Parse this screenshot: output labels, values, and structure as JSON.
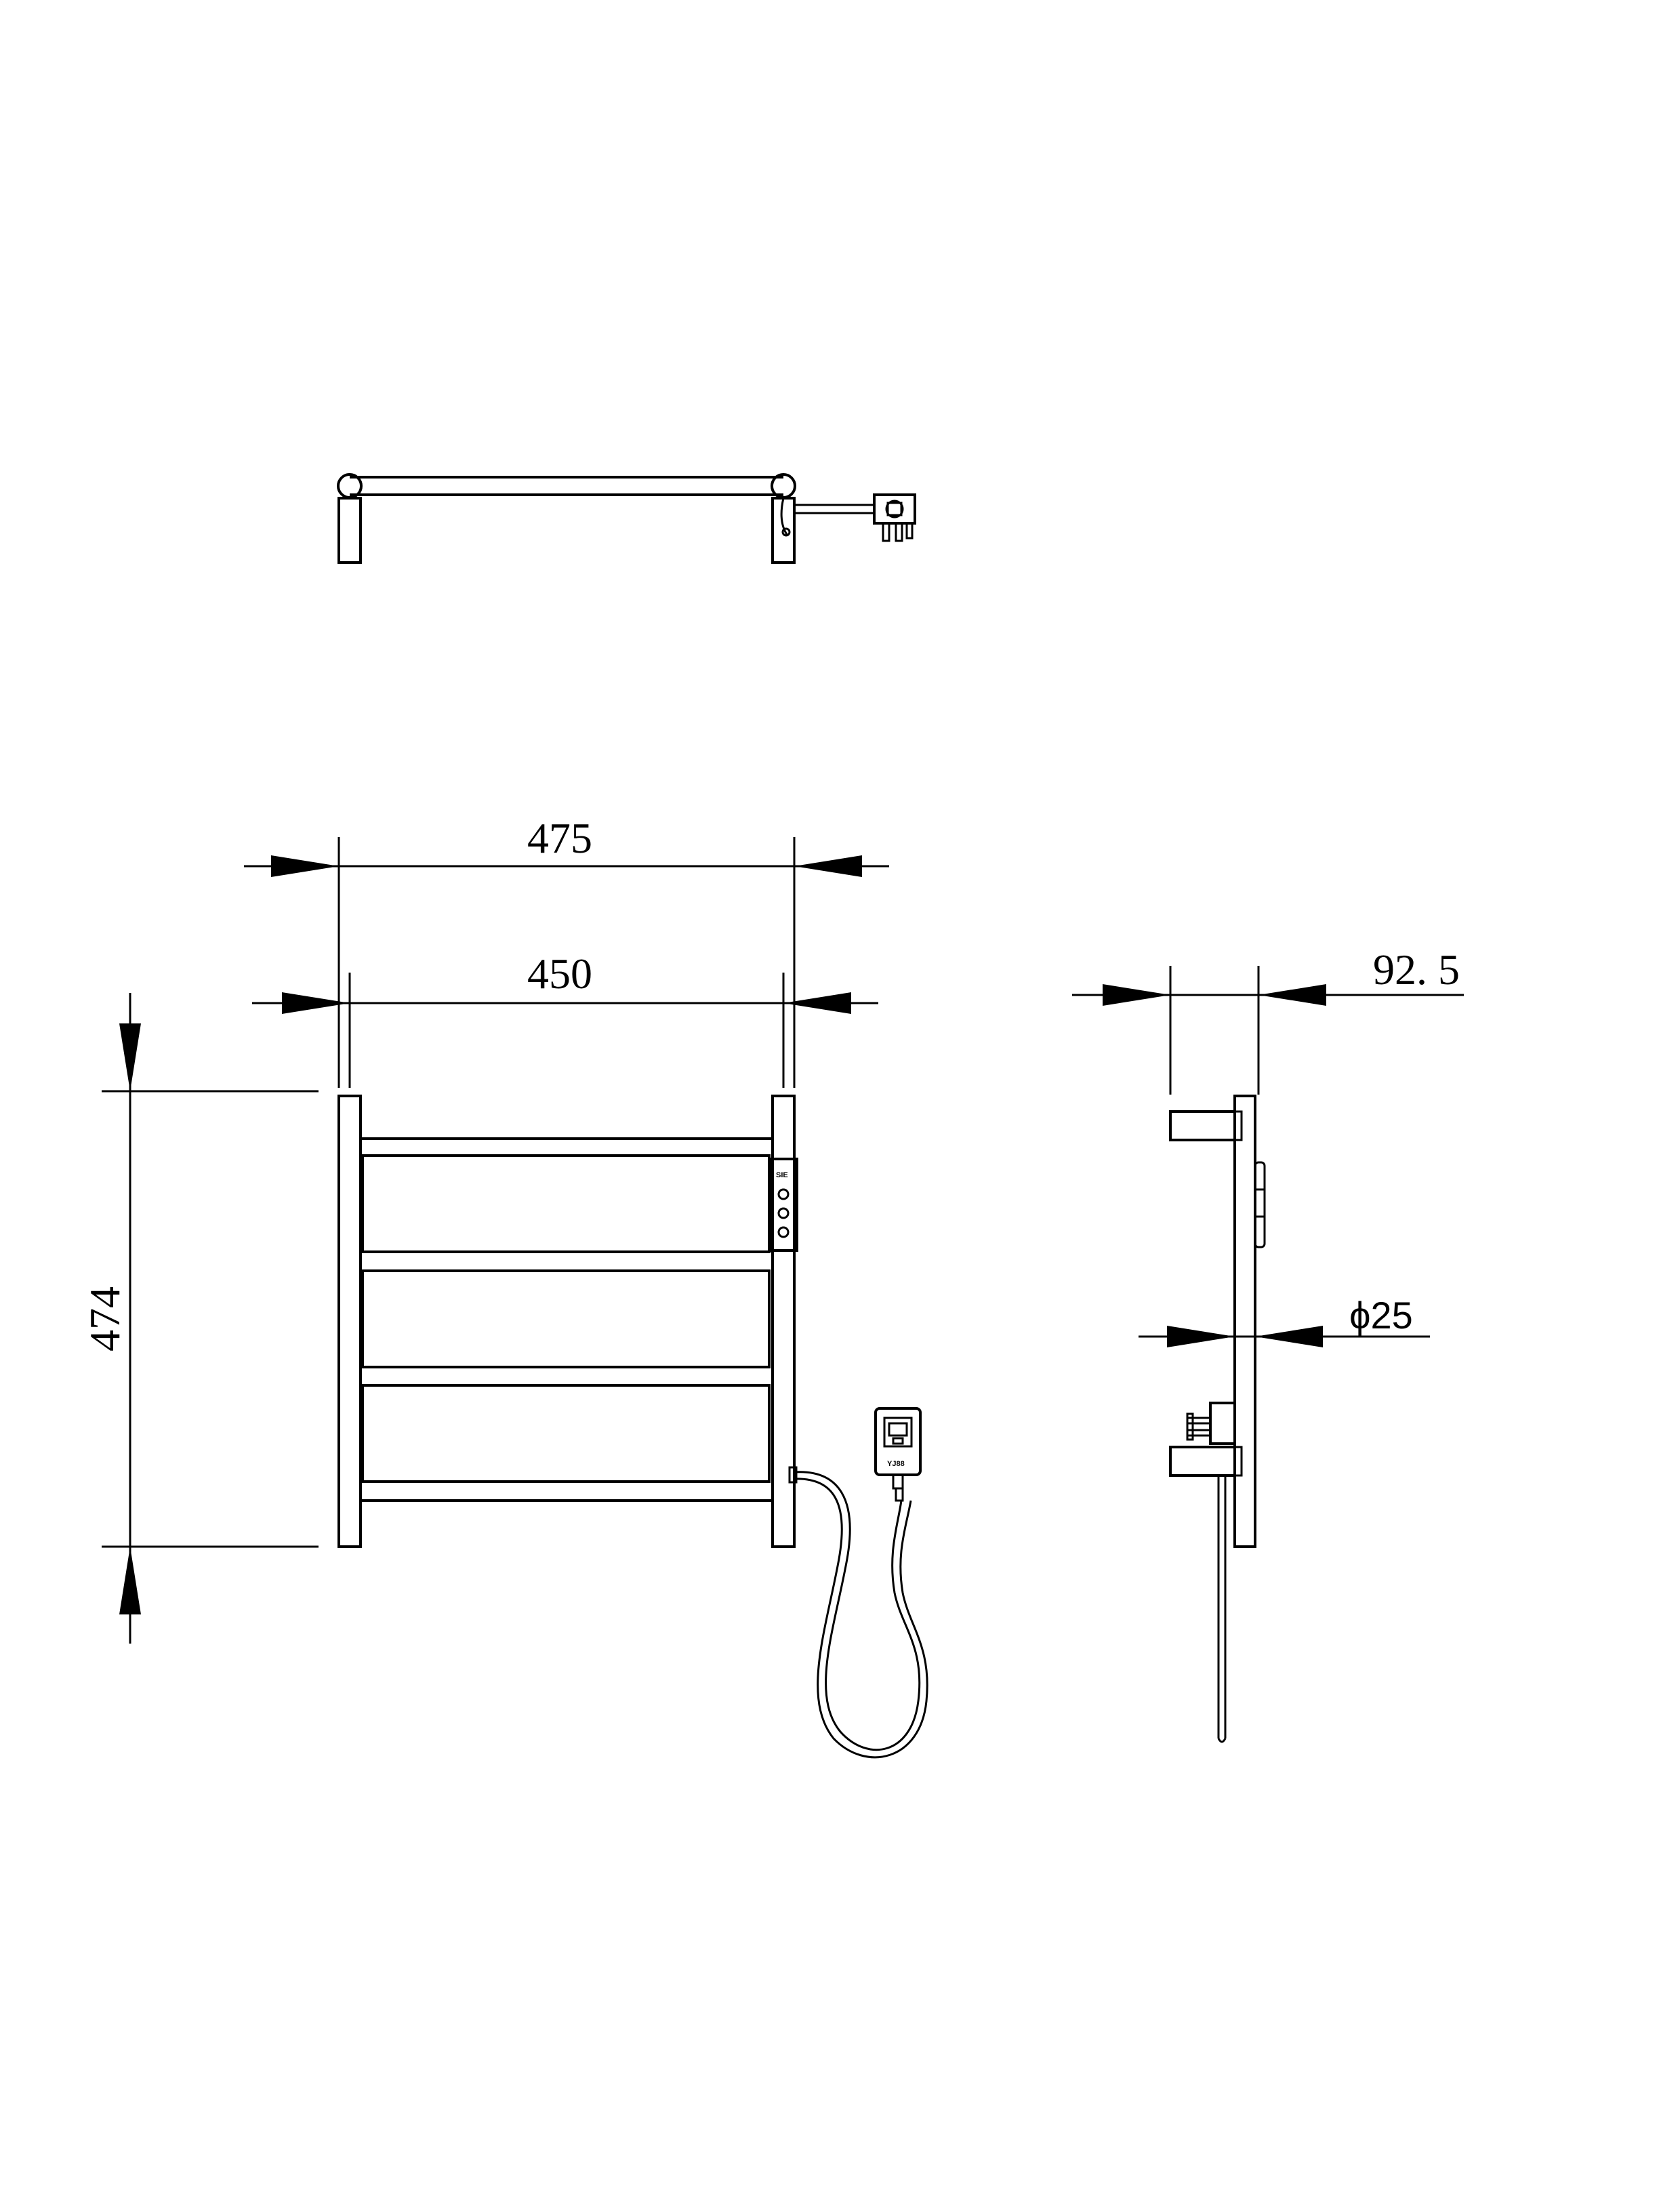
{
  "dimensions": {
    "overall_width": "475",
    "bar_width": "450",
    "height": "474",
    "depth": "92. 5",
    "tube_diameter": "ϕ25"
  },
  "controller_labels": {
    "top_label": "SIE",
    "bottom_label": "YJ88"
  }
}
